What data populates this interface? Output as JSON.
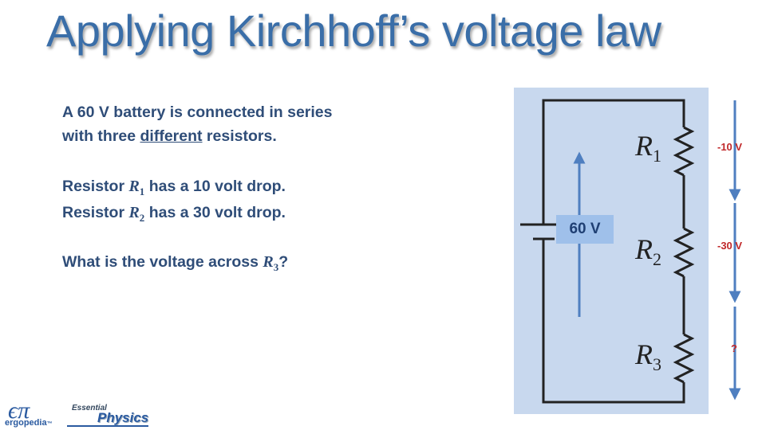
{
  "title": "Applying Kirchhoff’s voltage law",
  "problem": {
    "line1": "A 60 V battery is connected in series",
    "line2_pre": "with three ",
    "line2_u": "different",
    "line2_post": " resistors.",
    "r1_pre": "Resistor ",
    "r1_sym": "R",
    "r1_sub": "1",
    "r1_post": " has a 10 volt drop.",
    "r2_pre": "Resistor ",
    "r2_sym": "R",
    "r2_sub": "2",
    "r2_post": " has a 30 volt drop.",
    "q_pre": "What is the voltage across ",
    "q_sym": "R",
    "q_sub": "3",
    "q_post": "?"
  },
  "circuit": {
    "battery_label": "60 V",
    "resistors": [
      {
        "sym": "R",
        "sub": "1"
      },
      {
        "sym": "R",
        "sub": "2"
      },
      {
        "sym": "R",
        "sub": "3"
      }
    ],
    "drops": [
      "-10 V",
      "-30 V",
      "?"
    ]
  },
  "logo": {
    "symbol": "ϵπ",
    "name": "ergopedia",
    "tm": "™",
    "series_small": "Essential",
    "series_main": "Physics"
  },
  "colors": {
    "title": "#3a6ea8",
    "text": "#2f4d78",
    "panel": "#c8d8ee",
    "arrow": "#4f7fc0",
    "drop_label": "#c0282a"
  }
}
